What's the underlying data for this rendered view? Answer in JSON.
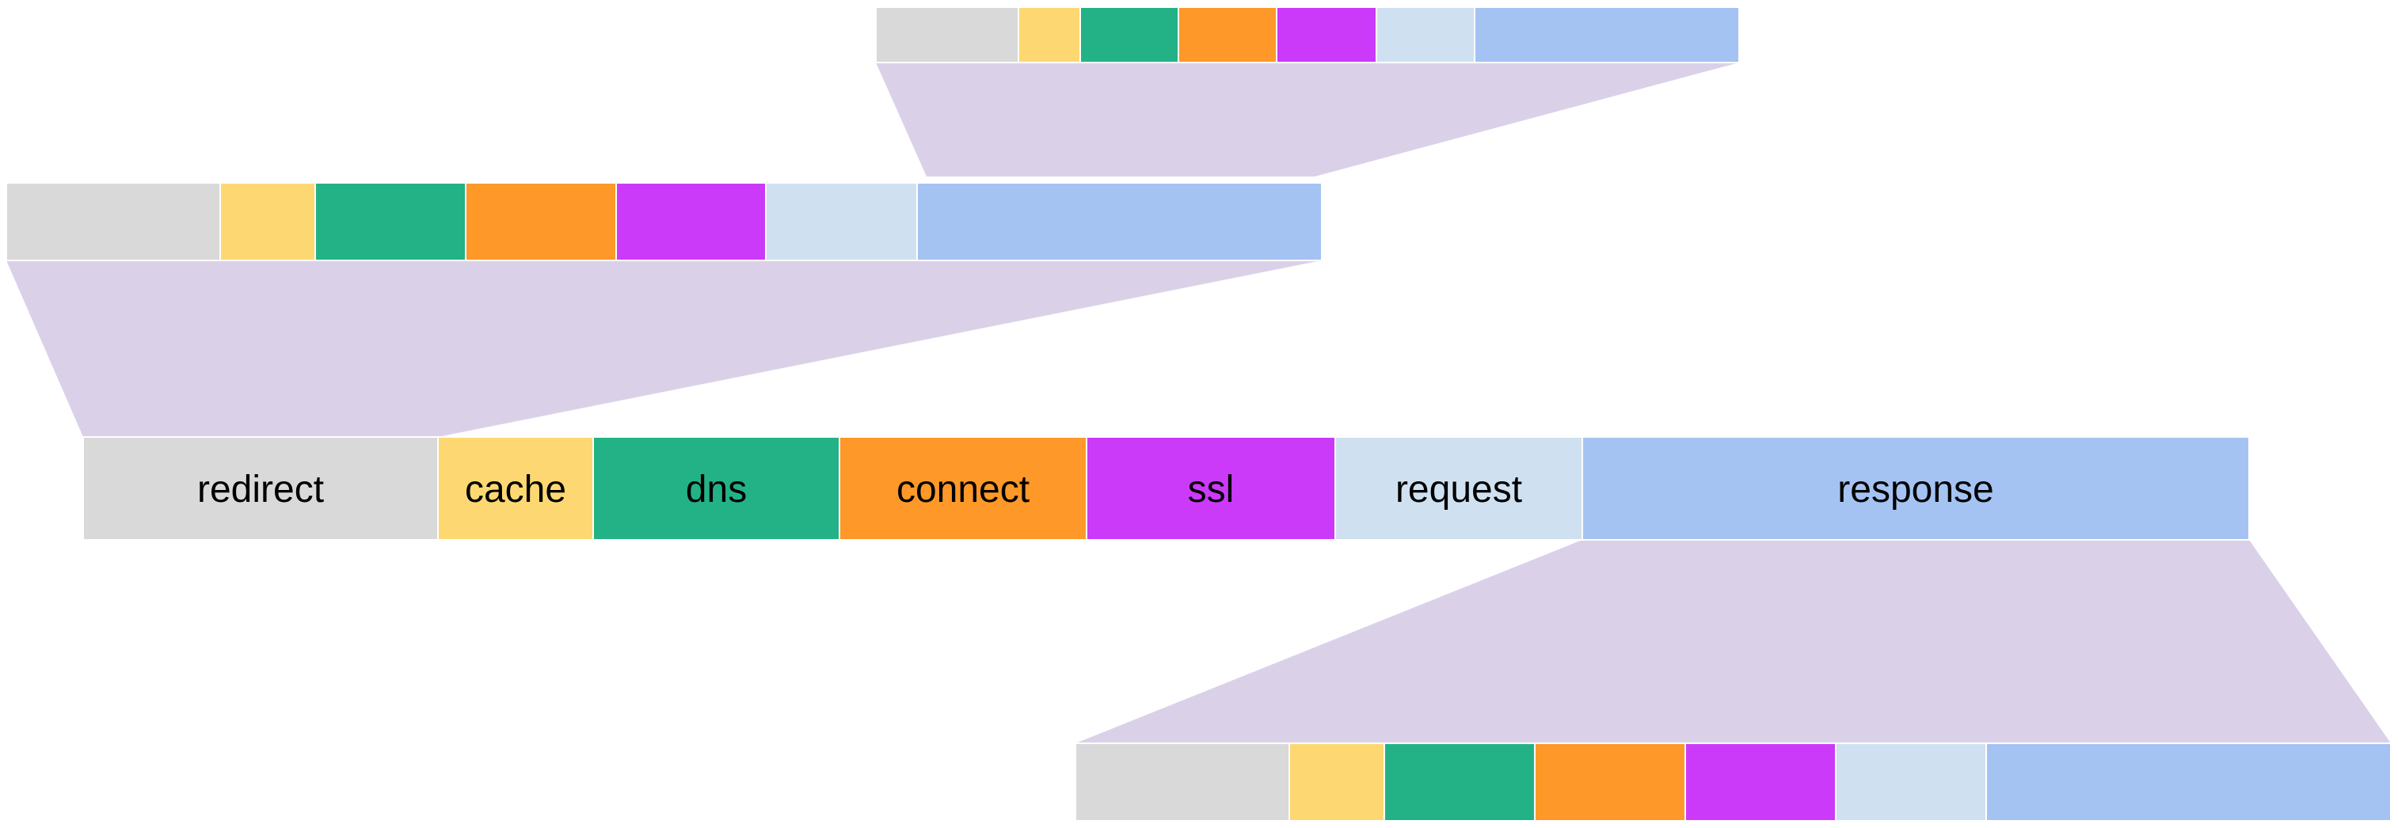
{
  "diagram": {
    "phases": [
      {
        "key": "redirect",
        "label": "redirect",
        "color": "#D9D9D9"
      },
      {
        "key": "cache",
        "label": "cache",
        "color": "#FDD872"
      },
      {
        "key": "dns",
        "label": "dns",
        "color": "#23B286"
      },
      {
        "key": "connect",
        "label": "connect",
        "color": "#FD9829"
      },
      {
        "key": "ssl",
        "label": "ssl",
        "color": "#CB3AF9"
      },
      {
        "key": "request",
        "label": "request",
        "color": "#CFE1F1"
      },
      {
        "key": "response",
        "label": "response",
        "color": "#A4C3F2"
      }
    ],
    "zoom_fill_color": "#DAD1E9",
    "bars": [
      {
        "role": "main",
        "show_labels": true
      },
      {
        "role": "zoom-from-redirect",
        "show_labels": false
      },
      {
        "role": "zoom-from-redirect-nested",
        "show_labels": false
      },
      {
        "role": "zoom-from-response",
        "show_labels": false
      }
    ]
  }
}
